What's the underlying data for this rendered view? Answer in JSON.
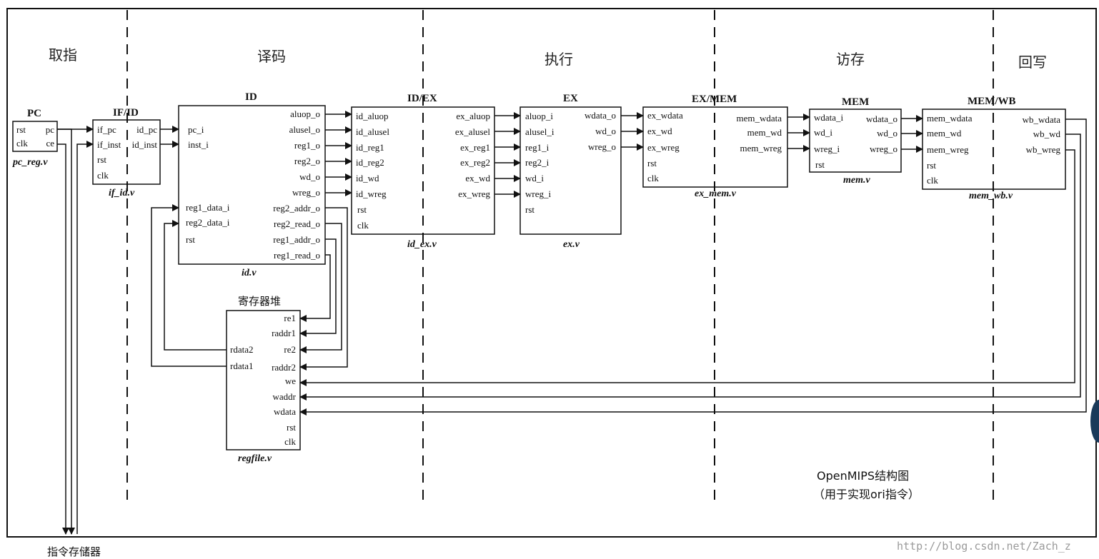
{
  "stages": [
    "取指",
    "译码",
    "执行",
    "访存",
    "回写"
  ],
  "modules": {
    "pc": {
      "title": "PC",
      "file": "pc_reg.v",
      "ports": [
        "rst",
        "pc",
        "clk",
        "ce"
      ]
    },
    "if_id": {
      "title": "IF/ID",
      "file": "if_id.v",
      "ports": [
        "if_pc",
        "id_pc",
        "if_inst",
        "id_inst",
        "rst",
        "clk"
      ]
    },
    "id": {
      "title": "ID",
      "file": "id.v",
      "ports": [
        "aluop_o",
        "alusel_o",
        "reg1_o",
        "reg2_o",
        "wd_o",
        "wreg_o",
        "pc_i",
        "inst_i",
        "reg1_data_i",
        "reg2_addr_o",
        "reg2_data_i",
        "reg2_read_o",
        "rst",
        "reg1_addr_o",
        "reg1_read_o"
      ]
    },
    "id_ex": {
      "title": "ID/EX",
      "file": "id_ex.v",
      "ports": [
        "id_aluop",
        "ex_aluop",
        "id_alusel",
        "ex_alusel",
        "id_reg1",
        "ex_reg1",
        "id_reg2",
        "ex_reg2",
        "id_wd",
        "ex_wd",
        "id_wreg",
        "ex_wreg",
        "rst",
        "clk"
      ]
    },
    "ex": {
      "title": "EX",
      "file": "ex.v",
      "ports": [
        "aluop_i",
        "wdata_o",
        "alusel_i",
        "wd_o",
        "reg1_i",
        "wreg_o",
        "reg2_i",
        "wd_i",
        "wreg_i",
        "rst"
      ]
    },
    "ex_mem": {
      "title": "EX/MEM",
      "file": "ex_mem.v",
      "ports": [
        "ex_wdata",
        "mem_wdata",
        "ex_wd",
        "mem_wd",
        "ex_wreg",
        "mem_wreg",
        "rst",
        "clk"
      ]
    },
    "mem": {
      "title": "MEM",
      "file": "mem.v",
      "ports": [
        "wdata_i",
        "wdata_o",
        "wd_i",
        "wd_o",
        "wreg_i",
        "wreg_o",
        "rst"
      ]
    },
    "mem_wb": {
      "title": "MEM/WB",
      "file": "mem_wb.v",
      "ports": [
        "mem_wdata",
        "wb_wdata",
        "mem_wd",
        "wb_wd",
        "mem_wreg",
        "wb_wreg",
        "rst",
        "clk"
      ]
    },
    "regfile": {
      "title": "寄存器堆",
      "file": "regfile.v",
      "ports": [
        "re1",
        "raddr1",
        "rdata2",
        "re2",
        "rdata1",
        "raddr2",
        "we",
        "waddr",
        "wdata",
        "rst",
        "clk"
      ]
    }
  },
  "inst_mem_label": "指令存储器",
  "caption": [
    "OpenMIPS结构图",
    "（用于实现ori指令）"
  ],
  "watermark": "http://blog.csdn.net/Zach_z"
}
